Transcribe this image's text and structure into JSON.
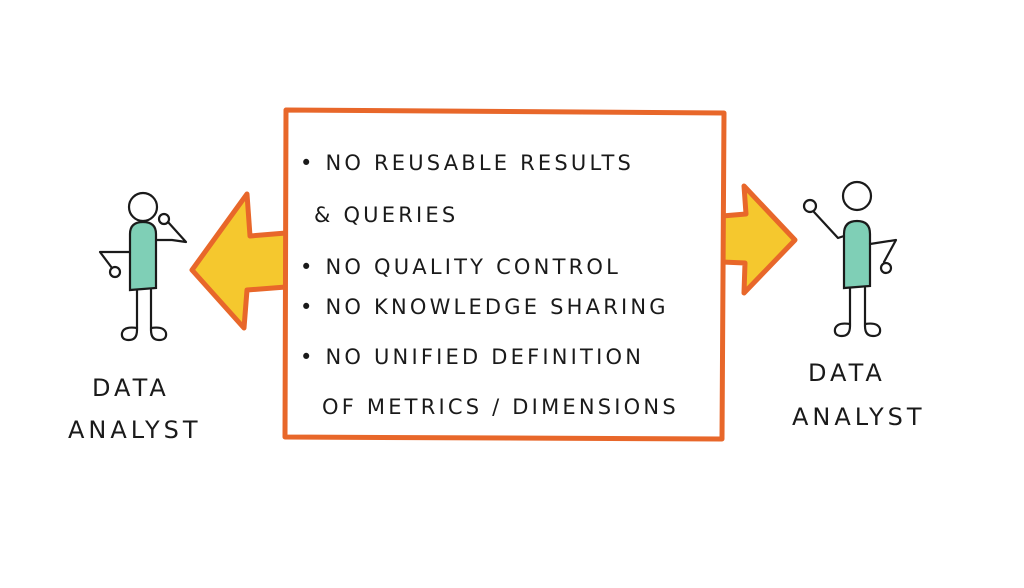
{
  "box": {
    "lines": [
      "• NO REUSABLE RESULTS",
      "& QUERIES",
      "• NO QUALITY CONTROL",
      "• NO KNOWLEDGE SHARING",
      "• NO UNIFIED DEFINITION",
      "OF METRICS / DIMENSIONS"
    ]
  },
  "left_analyst": {
    "line1": "DATA",
    "line2": "ANALYST"
  },
  "right_analyst": {
    "line1": "DATA",
    "line2": "ANALYST"
  },
  "colors": {
    "box_border": "#e8672a",
    "arrow_fill": "#f5c82e",
    "arrow_outline": "#e8672a",
    "body_fill": "#7fcfb6",
    "ink": "#1a1a1a"
  }
}
